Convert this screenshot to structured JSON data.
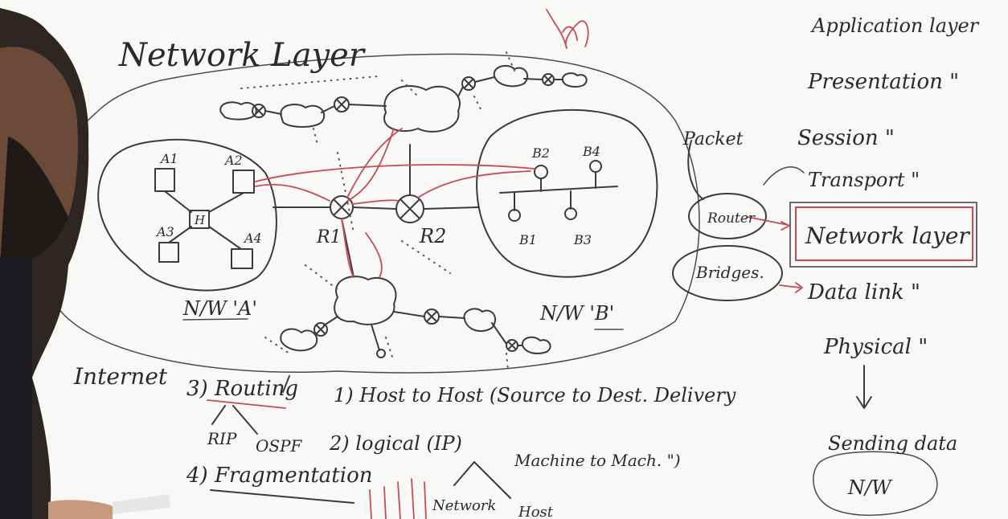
{
  "title": "Network Layer",
  "hosts": {
    "a1": "A1",
    "a2": "A2",
    "a3": "A3",
    "a4": "A4",
    "hub": "H",
    "b1": "B1",
    "b2": "B2",
    "b3": "B3",
    "b4": "B4"
  },
  "routers": {
    "r1": "R1",
    "r2": "R2"
  },
  "networks": {
    "a": "N/W 'A'",
    "b": "N/W 'B'"
  },
  "side": {
    "packet": "Packet",
    "router": "Router",
    "bridges": "Bridges."
  },
  "osi_layers": [
    "Application layer",
    "Presentation \"",
    "Session \"",
    "Transport \"",
    "Network layer",
    "Data link \"",
    "Physical \""
  ],
  "sending": "Sending data",
  "nw_small": "N/W",
  "internet": "Internet",
  "routing": "3) Routing",
  "rip": "RIP",
  "ospf": "OSPF",
  "fragmentation": "4) Fragmentation",
  "host_to_host": "1) Host to Host (Source to Dest. Delivery",
  "machine": "Machine to Mach. \")",
  "logical": "2) logical (IP)",
  "network": "Network",
  "host": "Host"
}
